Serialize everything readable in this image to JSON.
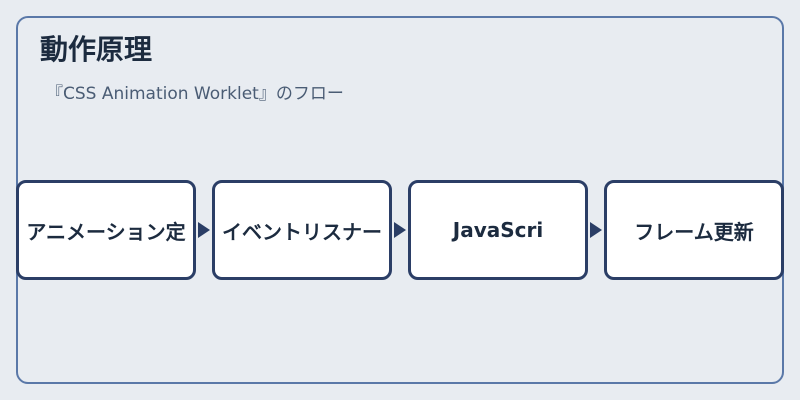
{
  "header": {
    "title": "動作原理",
    "subtitle": "『CSS Animation Worklet』のフロー"
  },
  "flow": {
    "nodes": [
      {
        "label": "アニメーション定"
      },
      {
        "label": "イベントリスナー"
      },
      {
        "label": "JavaScri"
      },
      {
        "label": "フレーム更新"
      }
    ]
  },
  "colors": {
    "background": "#e8ecf1",
    "frame_border": "#5a78a8",
    "node_border": "#2b3e66",
    "node_fill": "#ffffff",
    "text": "#1c2b3f"
  }
}
